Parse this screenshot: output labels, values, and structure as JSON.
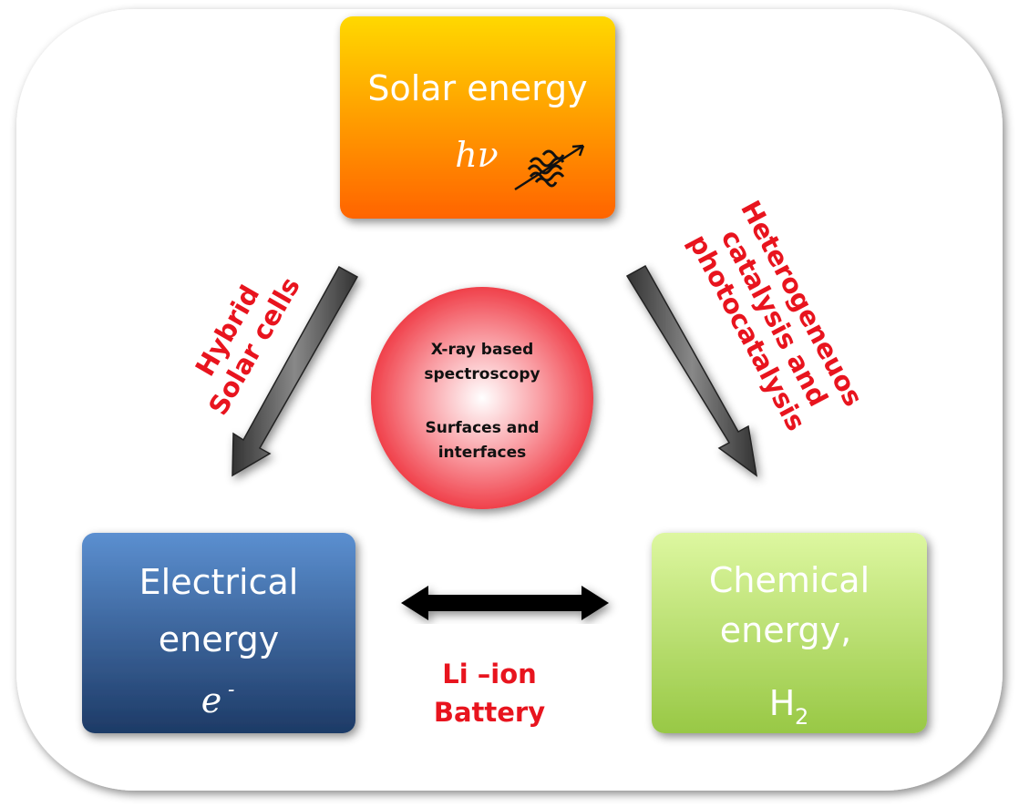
{
  "solar": {
    "title": "Solar energy",
    "symbol": "hν",
    "icon": "photon-wave-icon"
  },
  "center": {
    "line1": "X-ray based",
    "line2": "spectroscopy",
    "line3": "Surfaces and",
    "line4": "interfaces"
  },
  "electrical": {
    "line1": "Electrical",
    "line2": "energy",
    "symbol": "e",
    "superscript": "-"
  },
  "chemical": {
    "line1": "Chemical",
    "line2": "energy,",
    "symbol": "H",
    "subscript": "2"
  },
  "left_label": {
    "line1": "Hybrid",
    "line2": "Solar cells"
  },
  "right_label": {
    "line1": "Heterogeneuos",
    "line2": "catalysis and",
    "line3": "photocatalysis"
  },
  "bottom_label": {
    "line1": "Li –ion",
    "line2": "Battery"
  },
  "colors": {
    "label_red": "#e8141e",
    "solar_top": "#ffd800",
    "solar_bottom": "#ff6400",
    "blue_top": "#5b8fd0",
    "blue_bottom": "#1d3a66",
    "green_top": "#ddf7a0",
    "green_bottom": "#98c845",
    "sphere": "#f2454f"
  }
}
